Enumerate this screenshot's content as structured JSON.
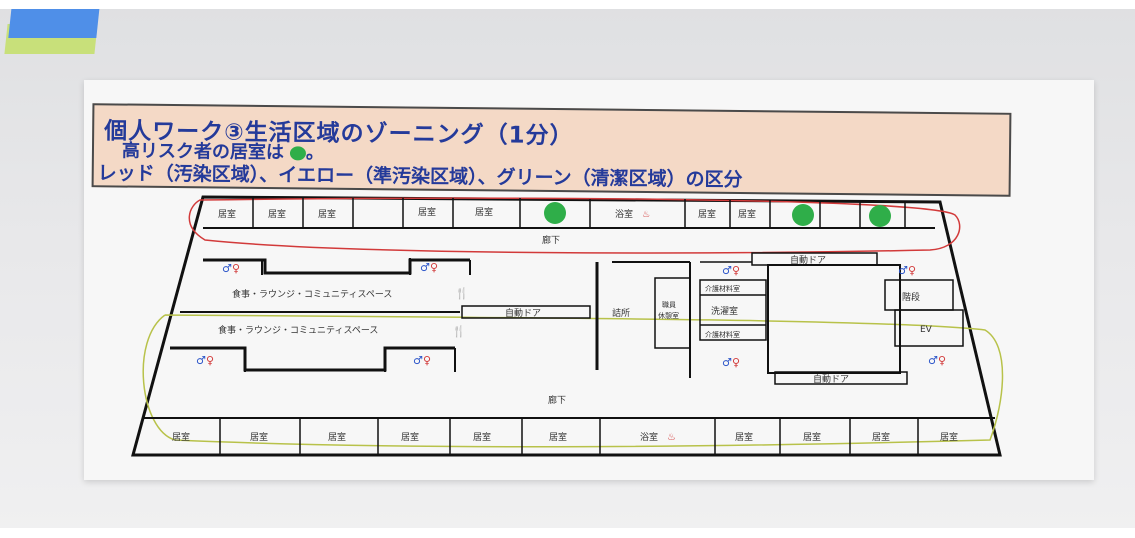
{
  "header": {
    "line1": "個人ワーク③生活区域のゾーニング（1分）",
    "line2": "高リスク者の居室は",
    "line2_suffix": "。",
    "line3": "レッド（汚染区域）、イエロー（準汚染区域）、グリーン（清潔区域）の区分"
  },
  "floorplan": {
    "top_rooms": [
      "居室",
      "居室",
      "居室",
      "居室",
      "居室"
    ],
    "top_room_right1": "居室",
    "top_room_right2": "居室",
    "bath": "浴室",
    "bath_symbol": "♨",
    "corridor_top": "廊下",
    "corridor_bottom": "廊下",
    "auto_door_top": "自動ドア",
    "auto_door_mid": "自動ドア",
    "auto_door_bottom": "自動ドア",
    "dining_upper": "食事・ラウンジ・コミュニティスペース",
    "dining_lower": "食事・ラウンジ・コミュニティスペース",
    "utensil": "🍴",
    "station": "詰所",
    "staff_rest_1": "職員",
    "staff_rest_2": "休憩室",
    "care_supply_top": "介護材料室",
    "laundry": "洗濯室",
    "care_supply_bottom": "介護材料室",
    "stairs": "階段",
    "elevator": "EV",
    "bottom_rooms": [
      "居室",
      "居室",
      "居室",
      "居室",
      "居室",
      "居室"
    ],
    "bottom_rooms_right": [
      "居室",
      "居室",
      "居室",
      "居室"
    ],
    "toilet_icon": "toilet-pictogram",
    "colors": {
      "green_zone": "#2fae49",
      "red_outline": "#d23a3a",
      "yellow_outline": "#b8c24a",
      "male": "#2b55c9",
      "female": "#d23a3a"
    }
  }
}
